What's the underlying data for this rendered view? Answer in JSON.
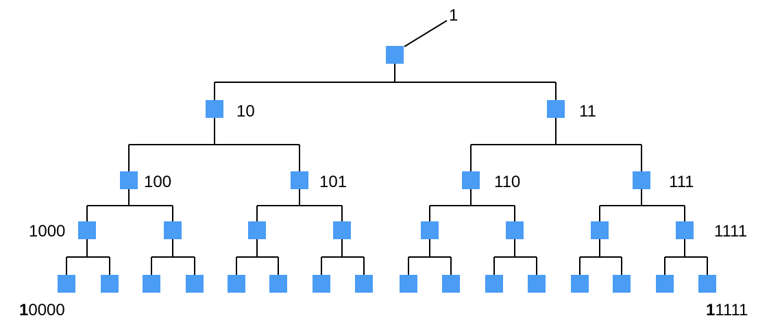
{
  "colors": {
    "node": "#4a9cf5",
    "edge": "#000000",
    "background": "#ffffff"
  },
  "tree": {
    "root_label": "1",
    "level1": {
      "left": "10",
      "right": "11"
    },
    "level2": {
      "a": "100",
      "b": "101",
      "c": "110",
      "d": "111"
    },
    "level3": {
      "first": "1000",
      "last": "1111"
    },
    "leaves": {
      "first_prefix": "1",
      "first_rest": "0000",
      "last_prefix": "1",
      "last_rest": "1111"
    }
  }
}
